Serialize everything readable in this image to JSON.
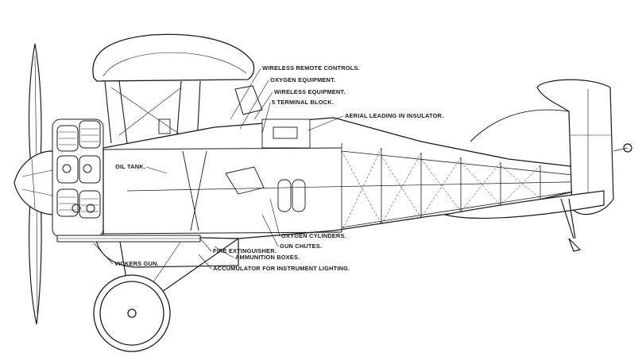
{
  "diagram": {
    "labels": {
      "wireless_remote_controls": "WIRELESS REMOTE CONTROLS.",
      "oxygen_equipment": "OXYGEN EQUIPMENT.",
      "wireless_equipment": "WIRELESS EQUIPMENT.",
      "terminal_block": "5 TERMINAL BLOCK.",
      "aerial_leading": "AERIAL LEADING IN INSULATOR.",
      "oil_tank": "OIL TANK.",
      "oxygen_cylinders": "OXYGEN CYLINDERS.",
      "gun_chutes": "GUN CHUTES.",
      "fire_extinguisher": "FIRE EXTINGUISHER.",
      "ammunition_boxes": "AMMUNITION BOXES.",
      "vickers_gun": "VICKERS GUN.",
      "accumulator": "ACCUMULATOR FOR INSTRUMENT LIGHTING."
    }
  }
}
